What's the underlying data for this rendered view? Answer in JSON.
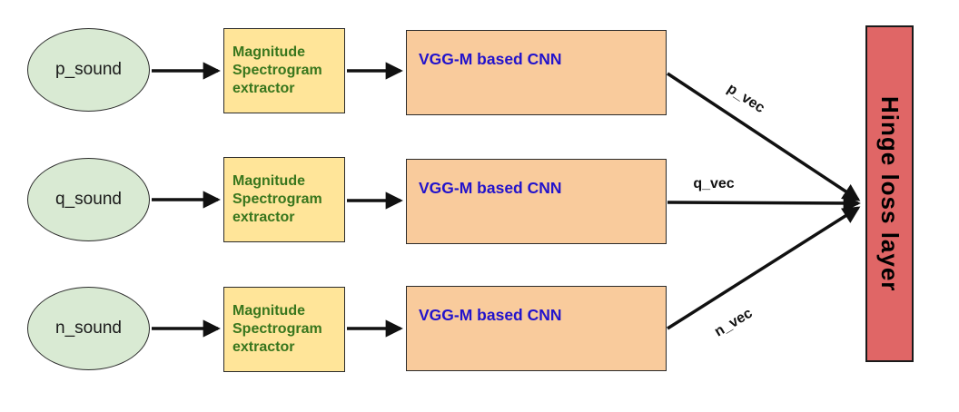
{
  "rows": [
    {
      "input_label": "p_sound",
      "extractor_lines": [
        "Magnitude",
        "Spectrogram",
        "extractor"
      ],
      "cnn_label": "VGG-M based CNN",
      "vec_label": "p_vec"
    },
    {
      "input_label": "q_sound",
      "extractor_lines": [
        "Magnitude",
        "Spectrogram",
        "extractor"
      ],
      "cnn_label": "VGG-M based CNN",
      "vec_label": "q_vec"
    },
    {
      "input_label": "n_sound",
      "extractor_lines": [
        "Magnitude",
        "Spectrogram",
        "extractor"
      ],
      "cnn_label": "VGG-M based CNN",
      "vec_label": "n_vec"
    }
  ],
  "output_label": "Hinge loss layer",
  "colors": {
    "input_fill": "#d9ead3",
    "extractor_fill": "#ffe599",
    "extractor_text": "#38761d",
    "cnn_fill": "#f9cb9c",
    "cnn_text": "#2213cc",
    "output_fill": "#e06666",
    "arrow": "#111111"
  }
}
